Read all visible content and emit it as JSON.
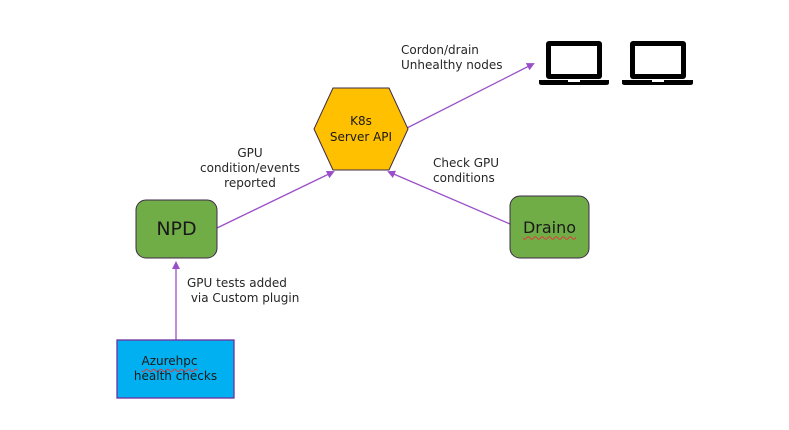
{
  "diagram": {
    "nodes": {
      "k8s": {
        "label": "K8s\nServer API",
        "fill": "#ffc000",
        "shape": "hexagon"
      },
      "npd": {
        "label": "NPD",
        "fill": "#70ad47",
        "shape": "rounded-rect"
      },
      "draino": {
        "label": "Draino",
        "fill": "#70ad47",
        "shape": "rounded-rect",
        "spellcheck_marked": true
      },
      "azurehpc": {
        "label_line1": "Azurehpc",
        "label_line2": "health checks",
        "fill": "#00b0f0",
        "shape": "rect",
        "spellcheck_marked_word": "Azurehpc"
      },
      "nodes_group": {
        "icon": "laptop-icon",
        "count": 2
      }
    },
    "edges": [
      {
        "from": "azurehpc",
        "to": "npd",
        "label": "GPU tests added\n via Custom plugin"
      },
      {
        "from": "npd",
        "to": "k8s",
        "label": "GPU\ncondition/events\nreported"
      },
      {
        "from": "draino",
        "to": "k8s",
        "label": "Check GPU\nconditions"
      },
      {
        "from": "k8s",
        "to": "nodes_group",
        "label": "Cordon/drain\nUnhealthy nodes"
      }
    ],
    "colors": {
      "arrow": "#9a4fc9",
      "node_border": "#3d2a4a",
      "azure_border": "#7030a0"
    }
  }
}
